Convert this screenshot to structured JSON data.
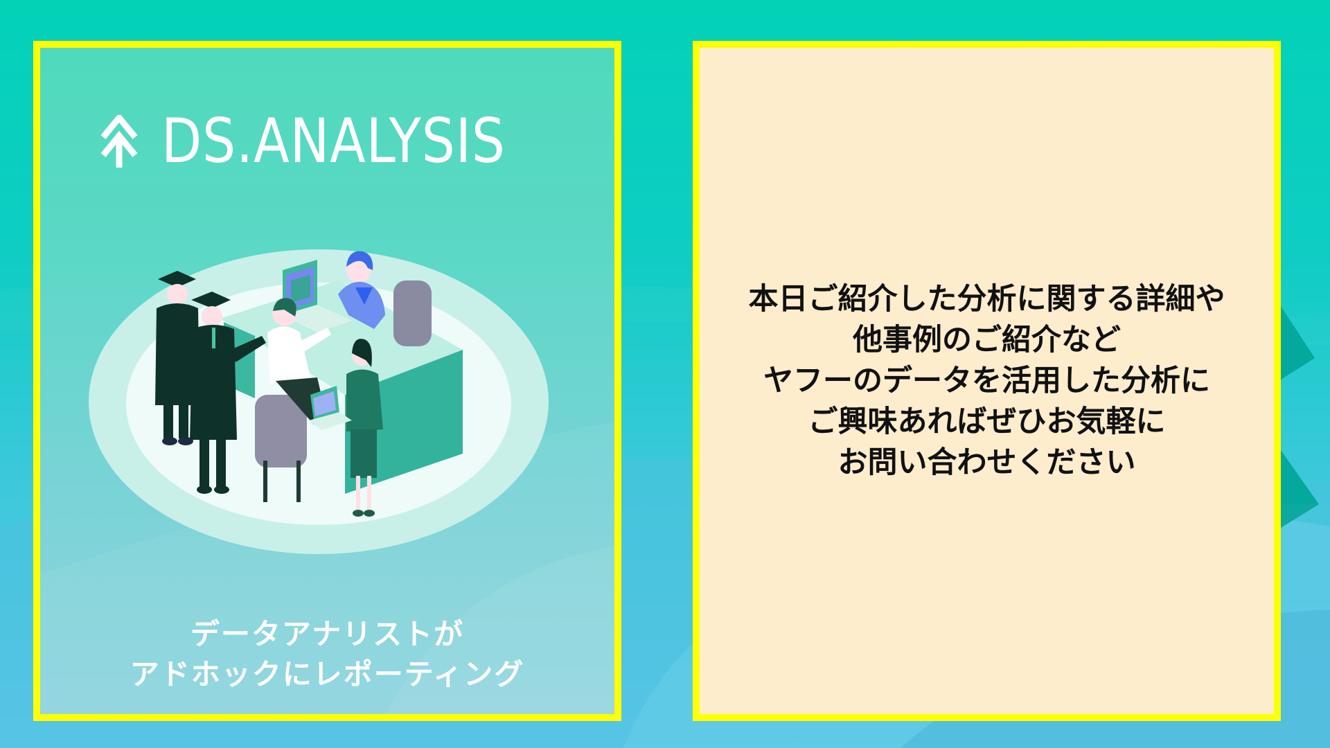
{
  "colors": {
    "frame_border": "#ffff00",
    "left_panel_top": "#4fdabc",
    "left_panel_bottom": "#90d4df",
    "right_panel_bg": "#fdedcd",
    "background_top": "#03d2b7",
    "background_bottom": "#5cc6ea",
    "message_text": "#111111",
    "caption_text": "#ffffff"
  },
  "left_panel": {
    "logo": {
      "icon": "double-up-arrow-icon",
      "text": "DS.ANALYSIS"
    },
    "illustration": {
      "description": "isometric meeting scene: two graduates in caps and gowns, an analyst at a desk with laptop, a woman in blue across the desk, a woman in green holding a laptop"
    },
    "caption": {
      "line1": "データアナリストが",
      "line2": "アドホックにレポーティング"
    }
  },
  "right_panel": {
    "message": {
      "line1": "本日ご紹介した分析に関する詳細や",
      "line2": "他事例のご紹介など",
      "line3": "ヤフーのデータを活用した分析に",
      "line4": "ご興味あればぜひお気軽に",
      "line5": "お問い合わせください"
    }
  }
}
